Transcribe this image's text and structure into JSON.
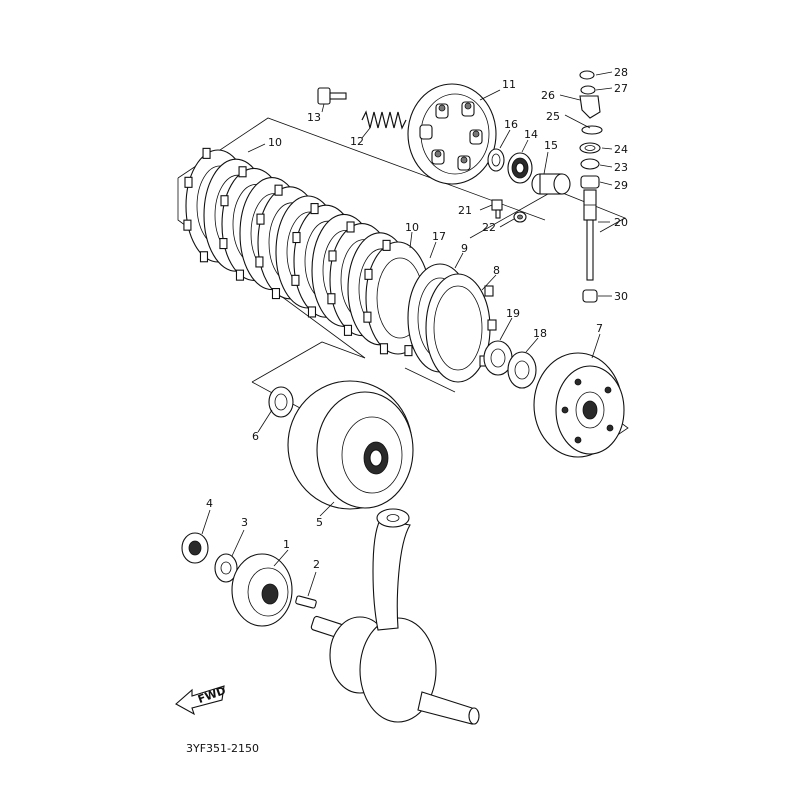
{
  "diagram": {
    "drawing_code": "3YF351-2150",
    "fwd_label": "FWD",
    "callouts": [
      {
        "id": "c1",
        "label": "1"
      },
      {
        "id": "c2",
        "label": "2"
      },
      {
        "id": "c3",
        "label": "3"
      },
      {
        "id": "c4",
        "label": "4"
      },
      {
        "id": "c5",
        "label": "5"
      },
      {
        "id": "c6",
        "label": "6"
      },
      {
        "id": "c7",
        "label": "7"
      },
      {
        "id": "c8",
        "label": "8"
      },
      {
        "id": "c9",
        "label": "9"
      },
      {
        "id": "c10a",
        "label": "10"
      },
      {
        "id": "c10b",
        "label": "10"
      },
      {
        "id": "c11",
        "label": "11"
      },
      {
        "id": "c12",
        "label": "12"
      },
      {
        "id": "c13",
        "label": "13"
      },
      {
        "id": "c14",
        "label": "14"
      },
      {
        "id": "c15",
        "label": "15"
      },
      {
        "id": "c16",
        "label": "16"
      },
      {
        "id": "c17",
        "label": "17"
      },
      {
        "id": "c18",
        "label": "18"
      },
      {
        "id": "c19",
        "label": "19"
      },
      {
        "id": "c20",
        "label": "20"
      },
      {
        "id": "c21",
        "label": "21"
      },
      {
        "id": "c22",
        "label": "22"
      },
      {
        "id": "c23",
        "label": "23"
      },
      {
        "id": "c24",
        "label": "24"
      },
      {
        "id": "c25",
        "label": "25"
      },
      {
        "id": "c26",
        "label": "26"
      },
      {
        "id": "c27",
        "label": "27"
      },
      {
        "id": "c28",
        "label": "28"
      },
      {
        "id": "c29",
        "label": "29"
      },
      {
        "id": "c30",
        "label": "30"
      }
    ]
  }
}
